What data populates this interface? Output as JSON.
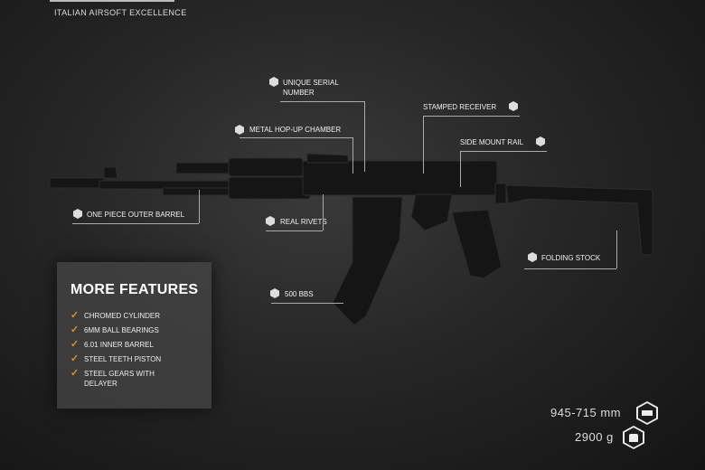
{
  "header": {
    "tagline": "ITALIAN AIRSOFT EXCELLENCE"
  },
  "callouts": {
    "serial": "UNIQUE SERIAL NUMBER",
    "hopup": "METAL HOP-UP CHAMBER",
    "receiver": "STAMPED RECEIVER",
    "rail": "SIDE MOUNT RAIL",
    "barrel": "ONE PIECE OUTER BARREL",
    "rivets": "REAL RIVETS",
    "bbs": "500 BBS",
    "stock": "FOLDING STOCK"
  },
  "features": {
    "title": "MORE FEATURES",
    "items": [
      "CHROMED CYLINDER",
      "6MM BALL BEARINGS",
      "6.01 INNER BARREL",
      "STEEL TEETH PISTON",
      "STEEL GEARS WITH DELAYER"
    ]
  },
  "specs": {
    "length": "945-715 mm",
    "weight": "2900 g"
  },
  "colors": {
    "accent": "#f08a1c"
  }
}
